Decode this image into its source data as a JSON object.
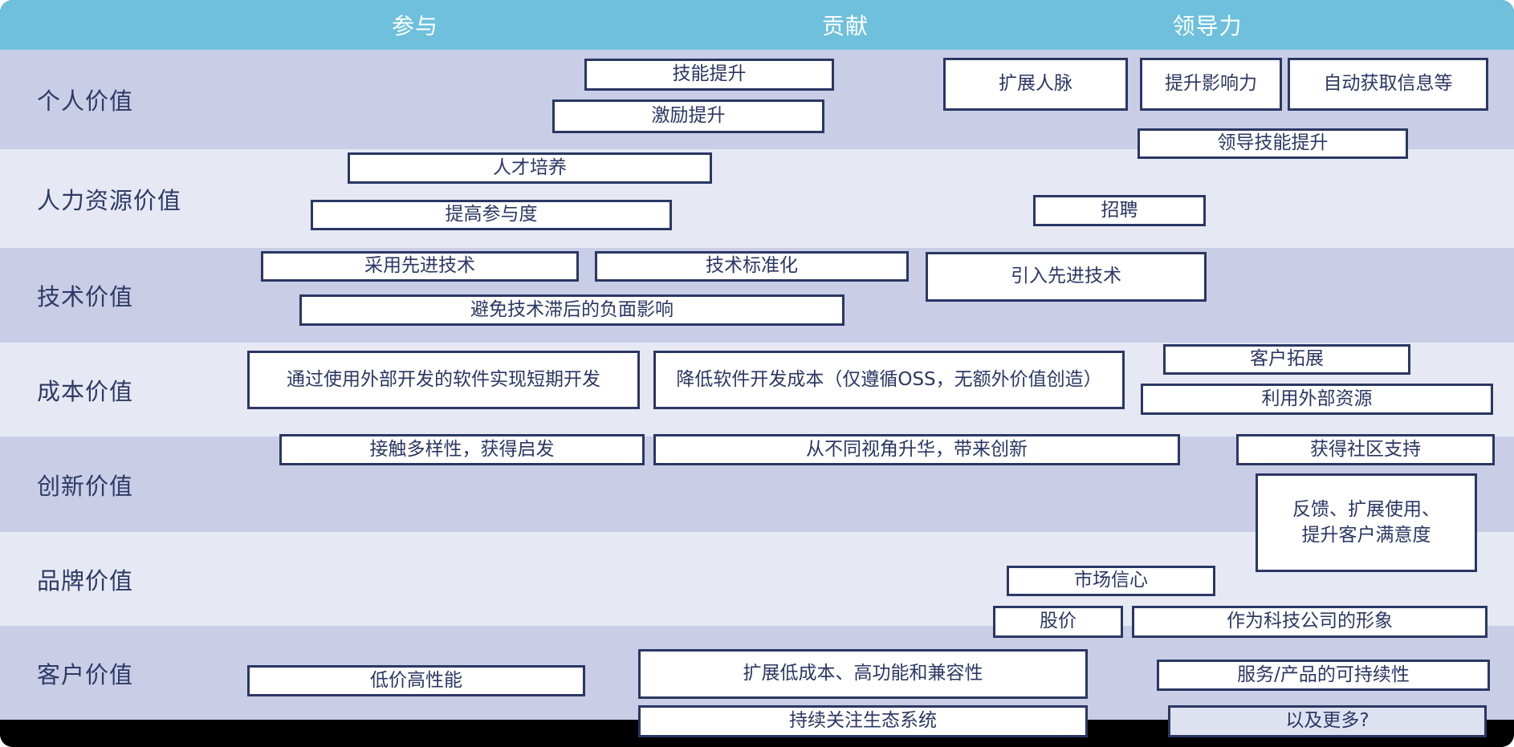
{
  "header": {
    "columns": [
      {
        "label": "参与"
      },
      {
        "label": "贡献"
      },
      {
        "label": "领导力"
      }
    ]
  },
  "colors": {
    "header_bg": "#6ec0dc",
    "band_dark": "#c9cee6",
    "band_light": "#e6e9f4",
    "box_border": "#2b3763",
    "box_fill": "#ffffff",
    "box_fill_tint": "#dee2f0",
    "label_text": "#2e3a66",
    "footer_bg": "#000000"
  },
  "rows": [
    {
      "label": "个人价值",
      "boxes": [
        {
          "label": "技能提升"
        },
        {
          "label": "激励提升"
        },
        {
          "label": "扩展人脉"
        },
        {
          "label": "提升影响力"
        },
        {
          "label": "自动获取信息等"
        },
        {
          "label": "领导技能提升"
        }
      ]
    },
    {
      "label": "人力资源价值",
      "boxes": [
        {
          "label": "人才培养"
        },
        {
          "label": "提高参与度"
        },
        {
          "label": "招聘"
        }
      ]
    },
    {
      "label": "技术价值",
      "boxes": [
        {
          "label": "采用先进技术"
        },
        {
          "label": "技术标准化"
        },
        {
          "label": "引入先进技术"
        },
        {
          "label": "避免技术滞后的负面影响"
        }
      ]
    },
    {
      "label": "成本价值",
      "boxes": [
        {
          "label": "通过使用外部开发的软件实现短期开发"
        },
        {
          "label": "降低软件开发成本（仅遵循OSS，无额外价值创造）"
        },
        {
          "label": "客户拓展"
        },
        {
          "label": "利用外部资源"
        }
      ]
    },
    {
      "label": "创新价值",
      "boxes": [
        {
          "label": "接触多样性，获得启发"
        },
        {
          "label": "从不同视角升华，带来创新"
        },
        {
          "label": "获得社区支持"
        },
        {
          "label": "反馈、扩展使用、\n提升客户满意度"
        }
      ]
    },
    {
      "label": "品牌价值",
      "boxes": [
        {
          "label": "市场信心"
        },
        {
          "label": "股价"
        },
        {
          "label": "作为科技公司的形象"
        }
      ]
    },
    {
      "label": "客户价值",
      "boxes": [
        {
          "label": "低价高性能"
        },
        {
          "label": "扩展低成本、高功能和兼容性"
        },
        {
          "label": "服务/产品的可持续性"
        },
        {
          "label": "持续关注生态系统"
        },
        {
          "label": "以及更多?"
        }
      ]
    }
  ]
}
